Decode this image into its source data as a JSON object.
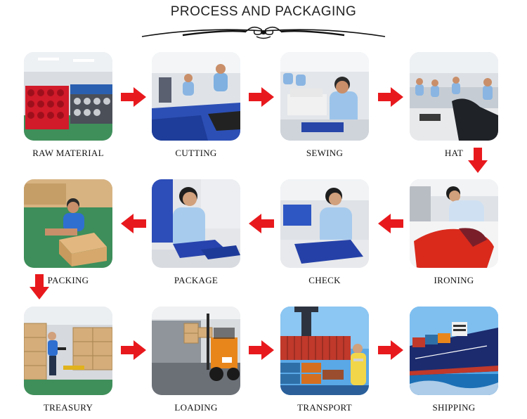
{
  "header": {
    "title": "PROCESS AND PACKAGING"
  },
  "steps": [
    {
      "label": "RAW MATERIAL",
      "scene": "fabric-rolls"
    },
    {
      "label": "CUTTING",
      "scene": "cutting-table"
    },
    {
      "label": "SEWING",
      "scene": "sewing-machine"
    },
    {
      "label": "HAT",
      "scene": "workshop-floor"
    },
    {
      "label": "PACKING",
      "scene": "carton-box"
    },
    {
      "label": "PACKAGE",
      "scene": "folding-garment"
    },
    {
      "label": "CHECK",
      "scene": "inspection"
    },
    {
      "label": "IRONING",
      "scene": "ironing-red"
    },
    {
      "label": "TREASURY",
      "scene": "warehouse"
    },
    {
      "label": "LOADING",
      "scene": "forklift"
    },
    {
      "label": "TRANSPORT",
      "scene": "containers"
    },
    {
      "label": "SHIPPING",
      "scene": "cargo-ship"
    }
  ],
  "colors": {
    "arrow": "#e8191d",
    "title": "#222222"
  }
}
